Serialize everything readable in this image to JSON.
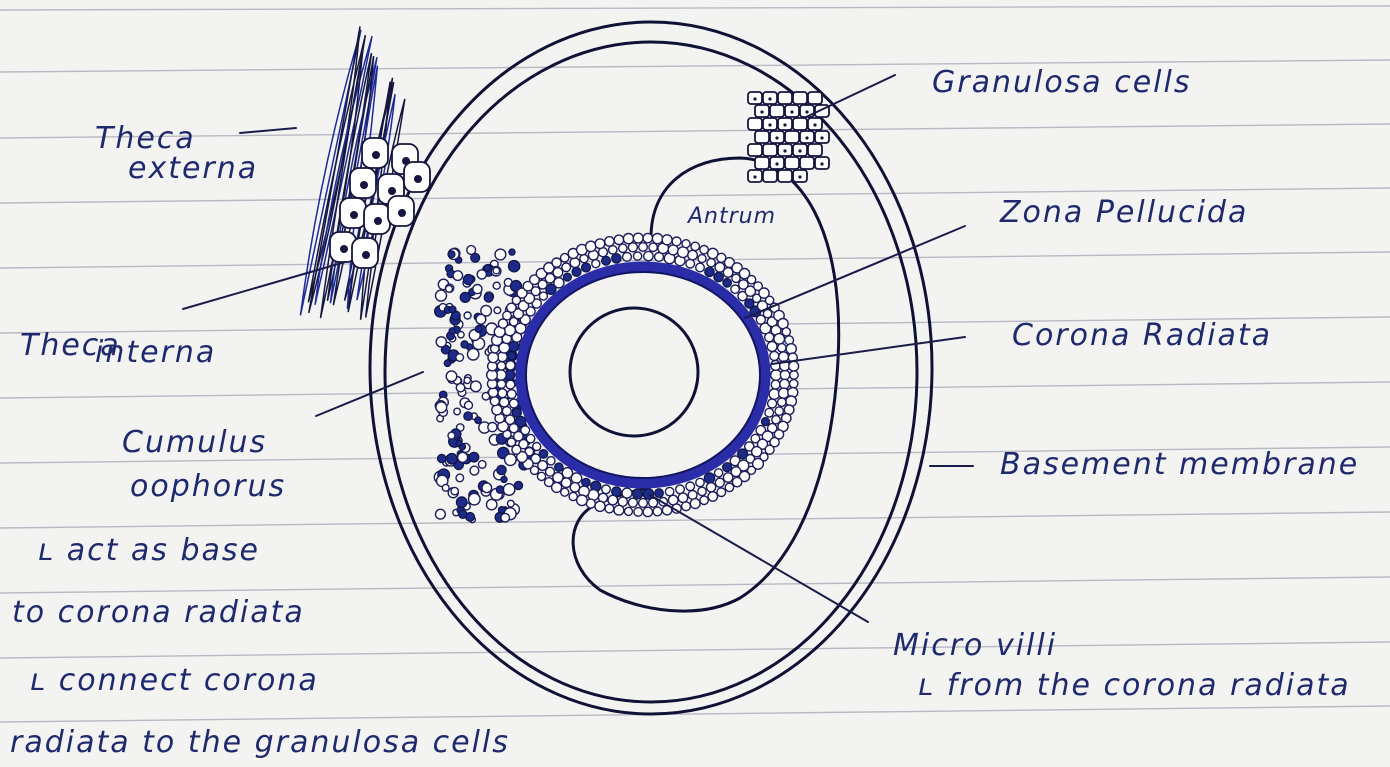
{
  "diagram": {
    "labels": {
      "theca_externa_1": "Theca",
      "theca_externa_2": "externa",
      "theca_interna_1": "Theca",
      "theca_interna_2": "interna",
      "cumulus_1": "Cumulus",
      "cumulus_2": "oophorus",
      "granulosa": "Granulosa cells",
      "antrum": "Antrum",
      "zona": "Zona Pellucida",
      "corona": "Corona Radiata",
      "basement": "Basement membrane",
      "microvilli": "Micro villi"
    },
    "notes": {
      "cumulus_1": "ʟ act as base",
      "cumulus_2": "to corona radiata",
      "cumulus_3": "ʟ connect corona",
      "cumulus_4": "radiata to the granulosa cells",
      "microvilli_1": "ʟ from the corona radiata"
    },
    "colors": {
      "ink": "#0f1236",
      "pen_blue": "#1f2a6e",
      "paper": "#f3f3f1",
      "rule": "#b9b9c4"
    }
  }
}
